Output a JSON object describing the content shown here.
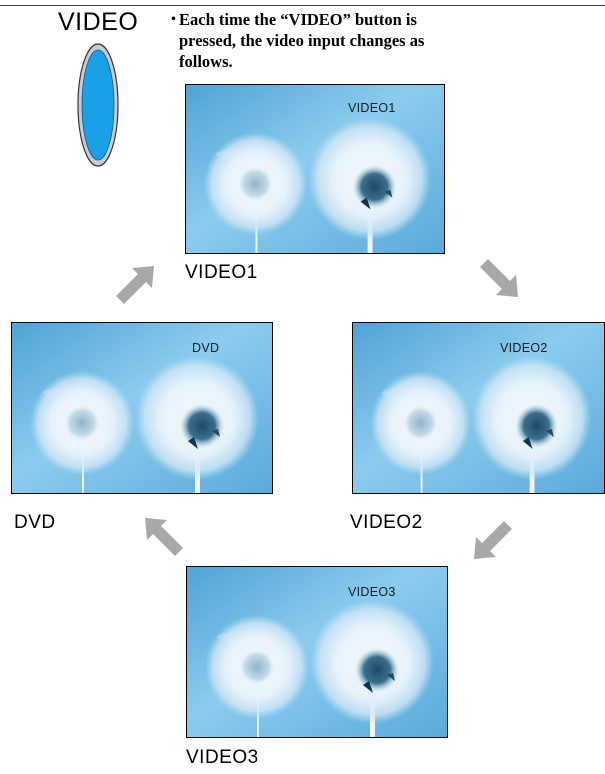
{
  "button": {
    "label": "VIDEO",
    "icon": "video-button-icon",
    "color": "#1aa0e6"
  },
  "description": {
    "bullet": "•",
    "text": "Each time the “VIDEO” button is pressed, the video input changes as follows."
  },
  "screens": [
    {
      "id": "video1",
      "osd": "VIDEO1",
      "caption": "VIDEO1"
    },
    {
      "id": "video2",
      "osd": "VIDEO2",
      "caption": "VIDEO2"
    },
    {
      "id": "video3",
      "osd": "VIDEO3",
      "caption": "VIDEO3"
    },
    {
      "id": "dvd",
      "osd": "DVD",
      "caption": "DVD"
    }
  ],
  "arrows": [
    {
      "name": "arrow-video1-to-video2",
      "direction": "down-right",
      "color": "#a8a8a8"
    },
    {
      "name": "arrow-video2-to-video3",
      "direction": "down-left",
      "color": "#a8a8a8"
    },
    {
      "name": "arrow-video3-to-dvd",
      "direction": "up-left",
      "color": "#a8a8a8"
    },
    {
      "name": "arrow-dvd-to-video1",
      "direction": "up-right",
      "color": "#a8a8a8"
    }
  ],
  "photo_colors": {
    "sky_light": "#b9e0f5",
    "sky_mid": "#7fc4ea",
    "sky_dark": "#4fa3d6"
  }
}
